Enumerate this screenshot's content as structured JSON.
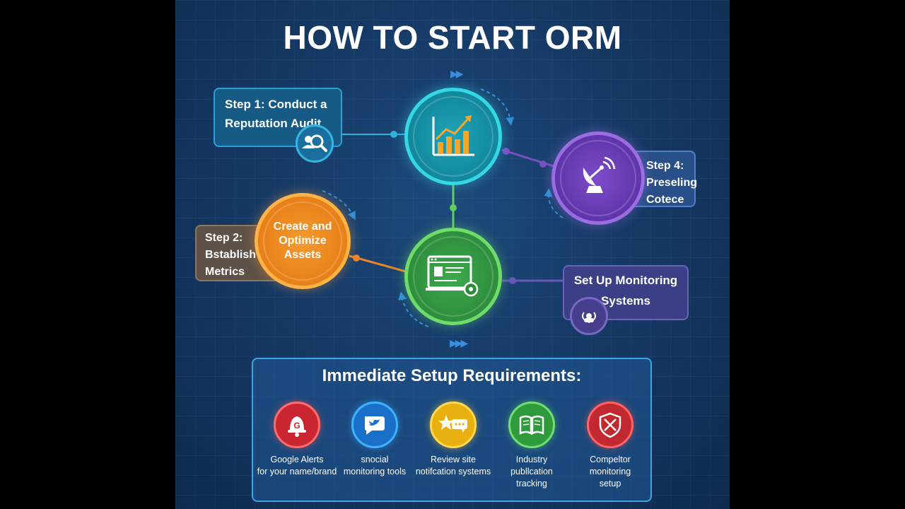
{
  "title": "HOW TO START ORM",
  "steps": {
    "step1": {
      "line1": "Step 1: Conduct a",
      "line2": "Reputation Audit",
      "icon": "search-user-icon",
      "color": "#35d7e6"
    },
    "step2": {
      "line1": "Step 2:",
      "line2": "Bstablish",
      "line3": "Metrics",
      "color": "#ffb347"
    },
    "step4": {
      "line1": "Step 4:",
      "line2": "Preseling",
      "line3": "Cotece",
      "icon": "satellite-dish-icon",
      "color": "#9a6ee0"
    },
    "create": {
      "line1": "Create and",
      "line2": "Optimize",
      "line3": "Assets"
    },
    "monitoring": {
      "line1": "Set Up Monitoring",
      "line2": "Systems",
      "icon": "broadcast-icon",
      "color": "#6fdc6a"
    }
  },
  "hub_icons": {
    "top": "growth-chart-icon",
    "bottom": "web-profile-settings-icon"
  },
  "setup": {
    "title": "Immediate Setup Requirements:",
    "items": [
      {
        "icon": "google-bell-icon",
        "line1": "Google Alerts",
        "line2": "for your name/brand",
        "line3": "",
        "color": "#c9262f"
      },
      {
        "icon": "twitter-chat-icon",
        "line1": "snocial",
        "line2": "monitoring tools",
        "line3": "",
        "color": "#1a6fc9"
      },
      {
        "icon": "review-chat-star-icon",
        "line1": "Review site",
        "line2": "notifcation systems",
        "line3": "",
        "color": "#e8b010"
      },
      {
        "icon": "open-book-icon",
        "line1": "Industry",
        "line2": "publlcation",
        "line3": "tracking",
        "color": "#2e9a3c"
      },
      {
        "icon": "shield-swords-icon",
        "line1": "Compeltor",
        "line2": "monitoring",
        "line3": "setup",
        "color": "#c2282f"
      }
    ]
  }
}
